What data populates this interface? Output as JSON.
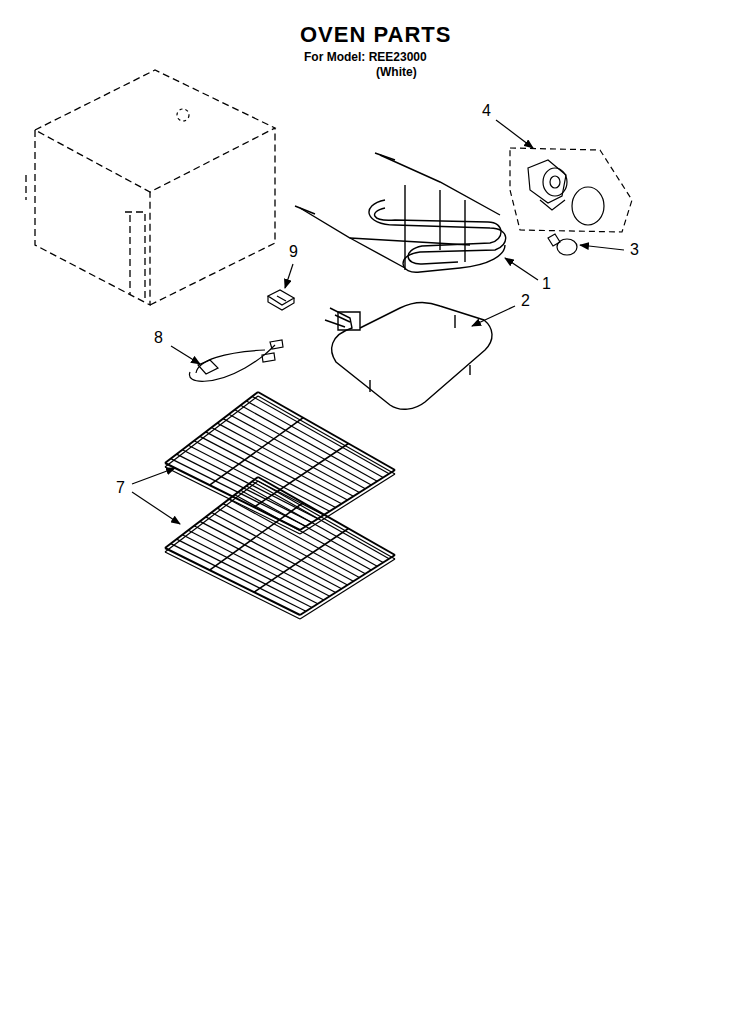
{
  "diagram": {
    "title": "OVEN PARTS",
    "labels": [
      "For Model: REE23000",
      "(White)",
      "4",
      "9",
      "3",
      "1",
      "2",
      "8",
      "7"
    ]
  }
}
